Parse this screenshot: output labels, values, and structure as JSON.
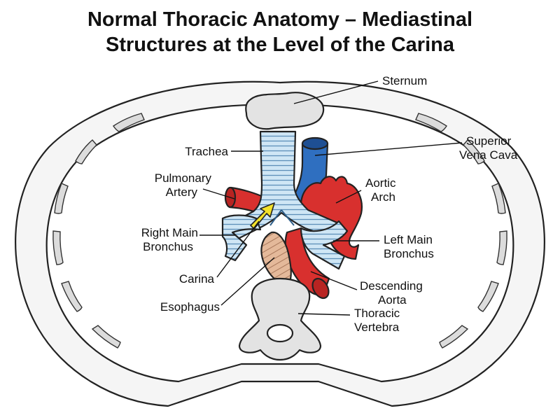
{
  "title": {
    "line1": "Normal Thoracic Anatomy – Mediastinal",
    "line2": "Structures at the Level of the Carina"
  },
  "labels": {
    "sternum": "Sternum",
    "svc_line1": "Superior",
    "svc_line2": "Vena Cava",
    "trachea": "Trachea",
    "pulmonary_line1": "Pulmonary",
    "pulmonary_line2": "Artery",
    "aortic_line1": "Aortic",
    "aortic_line2": "Arch",
    "right_bronchus_line1": "Right Main",
    "right_bronchus_line2": "Bronchus",
    "left_bronchus_line1": "Left Main",
    "left_bronchus_line2": "Bronchus",
    "carina": "Carina",
    "desc_aorta_line1": "Descending",
    "desc_aorta_line2": "Aorta",
    "esophagus": "Esophagus",
    "vertebra_line1": "Thoracic",
    "vertebra_line2": "Vertebra"
  },
  "colors": {
    "airway": "#cfe6f5",
    "airway_stroke": "#2f5f8a",
    "vessel_blue": "#2f6fc0",
    "vessel_red": "#d8302e",
    "bone": "#e3e3e3",
    "esophagus": "#e4b99a",
    "arrow": "#f3e12a"
  }
}
